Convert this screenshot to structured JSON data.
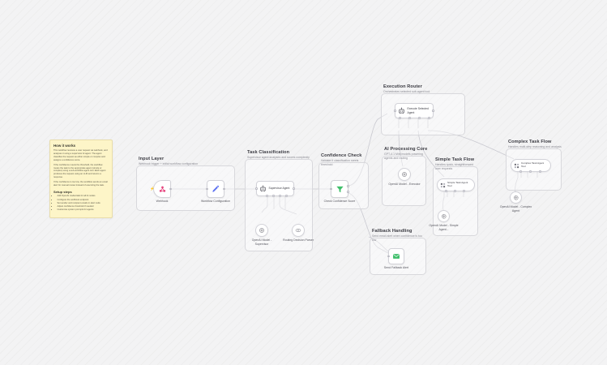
{
  "canvas": {
    "background_color": "#f3f3f4",
    "pattern": "diagonal-hatch"
  },
  "sticky_note": {
    "title": "How it works",
    "paragraphs": [
      "This workflow receives a user request via webhook, and analyses it using a supervisor AI agent. The agent classifies the request as either simple or complex and assigns a confidence score.",
      "If the confidence meets the threshold, the workflow routes the task to the appropriate agent (simple or complex) using a sub-workflow agent tool. Each agent produces the request using an LLM and returns a response.",
      "If the confidence is too low, the workflow sends an email alert for manual review instead of executing the task."
    ],
    "setup_title": "Setup steps",
    "setup_items": [
      "Add OpenAI credentials for all AI nodes",
      "Configure the webhook endpoint",
      "Set sender and recipient emails in alert node",
      "Adjust confidence threshold if needed",
      "Customise system prompts for agents"
    ]
  },
  "groups": [
    {
      "id": "input-layer",
      "title": "Input Layer",
      "subtitle": "Webhook trigger + initial workflow configuration"
    },
    {
      "id": "task-classification",
      "title": "Task Classification",
      "subtitle": "Supervisor agent analyses and scores complexity"
    },
    {
      "id": "confidence-check",
      "title": "Confidence Check",
      "subtitle": "Validate if classification meets threshold"
    },
    {
      "id": "execution-router",
      "title": "Execution Router",
      "subtitle": "Orchestrates selected sub-agent tool"
    },
    {
      "id": "ai-processing-core",
      "title": "AI Processing Core",
      "subtitle": "GPT-4.1 Mini models powering agents and routing"
    },
    {
      "id": "simple-task-flow",
      "title": "Simple Task Flow",
      "subtitle": "Handles quick, straightforward user requests"
    },
    {
      "id": "complex-task-flow",
      "title": "Complex Task Flow",
      "subtitle": "Handles multi-step reasoning and analysis"
    },
    {
      "id": "fallback-handling",
      "title": "Fallback Handling",
      "subtitle": "Send email alert when confidence is too low"
    }
  ],
  "nodes": [
    {
      "id": "webhook",
      "label": "Webhook",
      "icon": "webhook-icon",
      "shape": "trigger"
    },
    {
      "id": "workflow-config",
      "label": "Workflow Configuration",
      "icon": "edit-fields-icon",
      "shape": "box"
    },
    {
      "id": "supervisor",
      "label": "Supervisor Agent",
      "icon": "ai-agent-icon",
      "shape": "box"
    },
    {
      "id": "model-supervisor",
      "label": "OpenAI Model - Supervisor",
      "icon": "openai-icon",
      "shape": "circle"
    },
    {
      "id": "routing-parser",
      "label": "Routing Decision Parser",
      "icon": "output-parser-icon",
      "shape": "circle"
    },
    {
      "id": "confidence",
      "label": "Check Confidence Score",
      "icon": "filter-icon",
      "shape": "box"
    },
    {
      "id": "execute-agent",
      "label": "Execute Selected Agent",
      "icon": "ai-agent-icon",
      "shape": "box"
    },
    {
      "id": "model-executor",
      "label": "OpenAI Model - Executor",
      "icon": "openai-icon",
      "shape": "circle"
    },
    {
      "id": "simple-tool",
      "label": "Simple Task Agent Tool",
      "icon": "workflow-tool-icon",
      "shape": "pill"
    },
    {
      "id": "model-simple",
      "label": "OpenAI Model - Simple Agent...",
      "icon": "openai-icon",
      "shape": "circle"
    },
    {
      "id": "complex-tool",
      "label": "Complex Task Agent Tool",
      "icon": "workflow-tool-icon",
      "shape": "pill"
    },
    {
      "id": "model-complex",
      "label": "OpenAI Model - Complex Agent",
      "icon": "openai-icon",
      "shape": "circle"
    },
    {
      "id": "fallback-alert",
      "label": "Send Fallback Alert",
      "icon": "email-icon",
      "shape": "box"
    }
  ],
  "colors": {
    "webhook": "#e6447e",
    "edit_fields": "#5a6ff0",
    "filter": "#3fbf6a",
    "email": "#3fbf6a",
    "node_border": "#d2d2d8",
    "edge": "#c8c8cf",
    "sticky": "#fdf5c8"
  }
}
